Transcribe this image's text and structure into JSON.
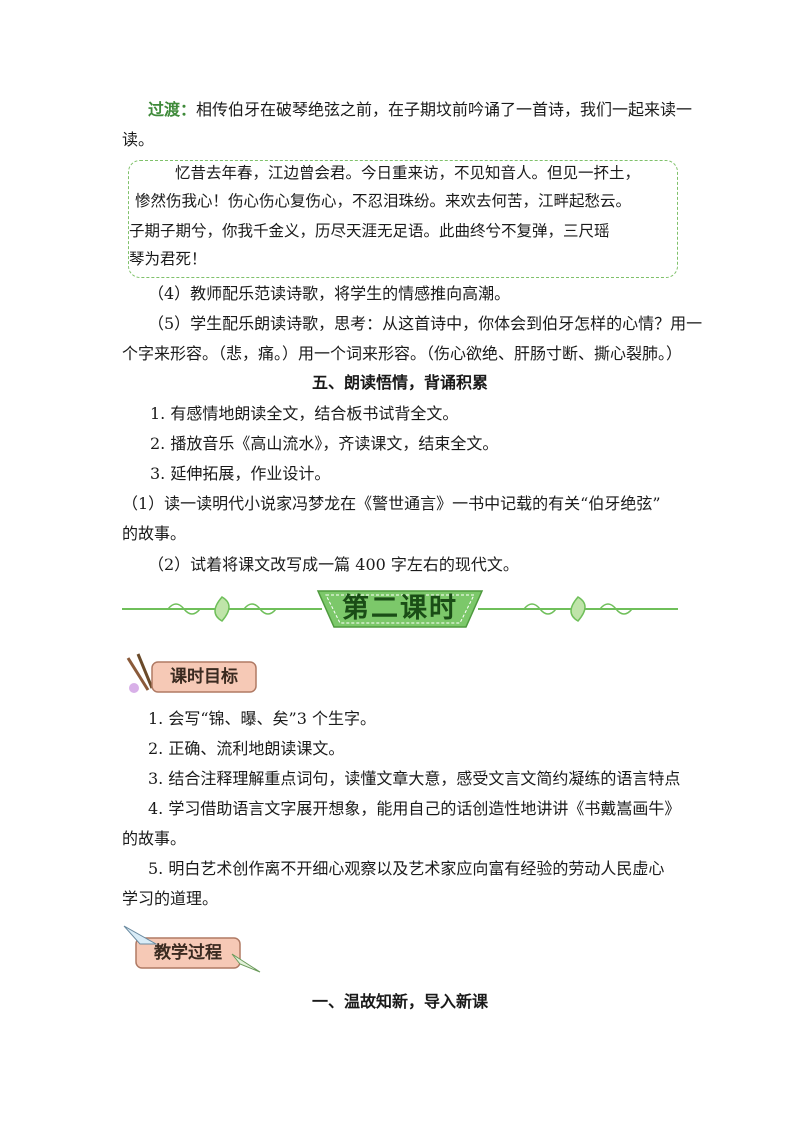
{
  "transition": {
    "label": "过渡：",
    "line1": "相传伯牙在破琴绝弦之前，在子期坟前吟诵了一首诗，我们一起来读一",
    "line2": "读。"
  },
  "poem": {
    "line1": "忆昔去年春，江边曾会君。今日重来访，不见知音人。但见一抔土，",
    "line2": "惨然伤我心！伤心伤心复伤心，不忍泪珠纷。来欢去何苦，江畔起愁云。",
    "line3": "子期子期兮，你我千金义，历尽天涯无足语。此曲终兮不复弹，三尺瑶",
    "line4": "琴为君死！"
  },
  "steps": {
    "s4": "（4）教师配乐范读诗歌，将学生的情感推向高潮。",
    "s5_line1": "（5）学生配乐朗读诗歌，思考：从这首诗中，你体会到伯牙怎样的心情？用一",
    "s5_line2": "个字来形容。（悲，痛。）用一个词来形容。（伤心欲绝、肝肠寸断、撕心裂肺。）"
  },
  "section5": {
    "heading": "五、朗读悟情，背诵积累",
    "item1": "1. 有感情地朗读全文，结合板书试背全文。",
    "item2": "2. 播放音乐《高山流水》，齐读课文，结束全文。",
    "item3": "3. 延伸拓展，作业设计。",
    "sub1_line1": "（1）读一读明代小说家冯梦龙在《警世通言》一书中记载的有关“伯牙绝弦”",
    "sub1_line2": "的故事。",
    "sub2": "（2）试着将课文改写成一篇 400 字左右的现代文。"
  },
  "lesson_banner": {
    "title": "第二课时"
  },
  "goals_badge": {
    "label": "课时目标"
  },
  "goals": {
    "g1": "1. 会写“锦、曝、矣”3 个生字。",
    "g2": "2. 正确、流利地朗读课文。",
    "g3": "3. 结合注释理解重点词句，读懂文章大意，感受文言文简约凝练的语言特点",
    "g4_line1": "4. 学习借助语言文字展开想象，能用自己的话创造性地讲讲《书戴嵩画牛》",
    "g4_line2": "的故事。",
    "g5_line1": "5. 明白艺术创作离不开细心观察以及艺术家应向富有经验的劳动人民虚心",
    "g5_line2": "学习的道理。"
  },
  "process_badge": {
    "label": "教学过程"
  },
  "section1": {
    "heading": "一、温故知新，导入新课"
  },
  "colors": {
    "accent_green": "#3f8a3a",
    "box_border": "#7fc16a",
    "banner_green": "#6fbf5a",
    "badge_pink": "#f6c9b6"
  }
}
